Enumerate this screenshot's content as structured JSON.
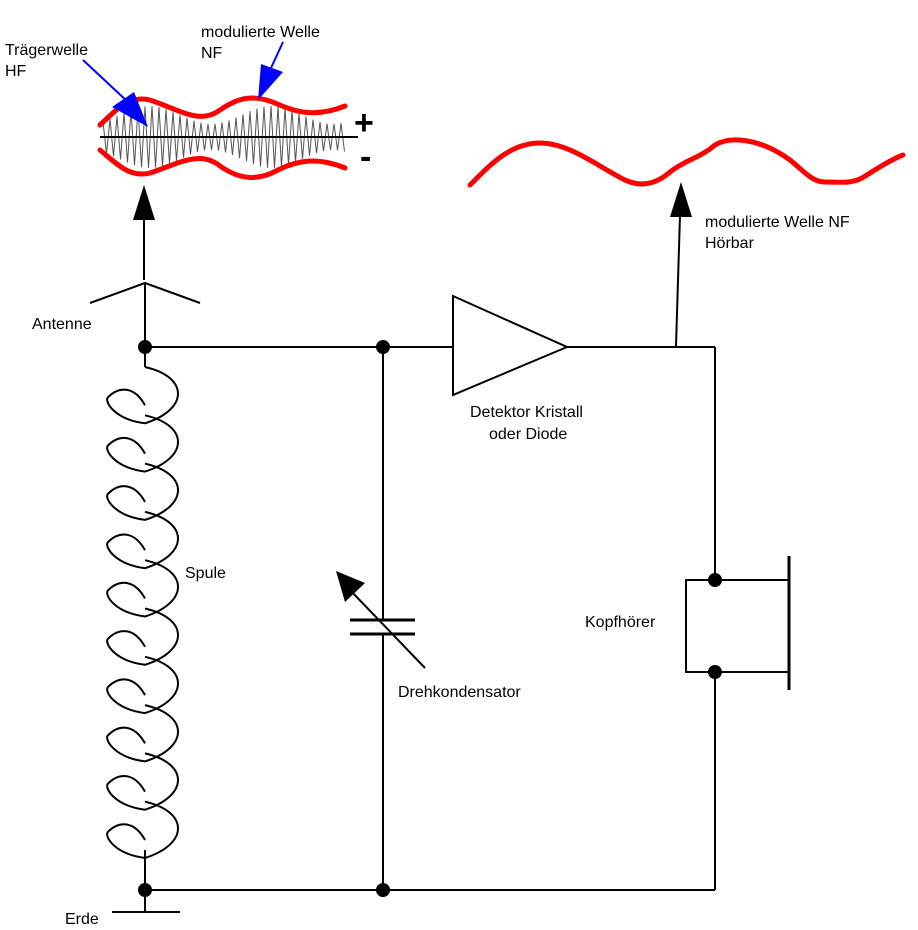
{
  "labels": {
    "carrier_line1": "Trägerwelle",
    "carrier_line2": "HF",
    "modulated_line1": "modulierte Welle",
    "modulated_line2": "NF",
    "plus": "+",
    "minus": "-",
    "audible_line1": "modulierte Welle NF",
    "audible_line2": "Hörbar",
    "antenna": "Antenne",
    "detector_line1": "Detektor Kristall",
    "detector_line2": "oder Diode",
    "coil": "Spule",
    "headphones": "Kopfhörer",
    "capacitor": "Drehkondensator",
    "ground": "Erde"
  },
  "colors": {
    "wire": "#000000",
    "envelope": "#ff0000",
    "pointer": "#0000ff",
    "carrier": "#555555"
  }
}
